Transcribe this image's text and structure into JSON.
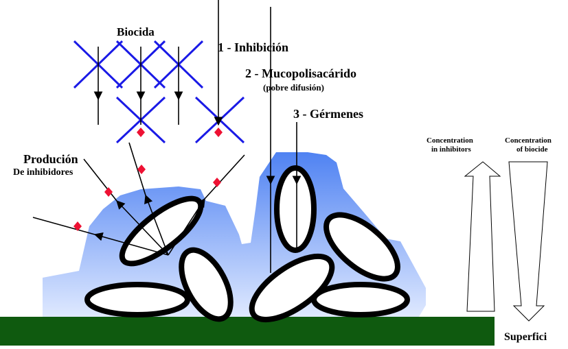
{
  "labels": {
    "biocida": "Biocida",
    "inhibicion": "1 - Inhibición",
    "mucopolisacarido": "2 - Mucopolisacárido",
    "pobre_difusion": "(pobre difusión)",
    "germenes": "3 - Gérmenes",
    "producion": "Produción",
    "de_inhibidores": "De inhibidores",
    "conc_inhibitors_1": "Concentration",
    "conc_inhibitors_2": "in inhibitors",
    "conc_biocide_1": "Concentration",
    "conc_biocide_2": "of biocide",
    "superficie": "Superfici"
  },
  "colors": {
    "biofilm_top": "#4f82f2",
    "biofilm_bottom": "#dfe9ff",
    "surface": "#0f5a0f",
    "cross": "#1a1ae6",
    "inhibitor": "#ee1133",
    "cell_outline": "#000000",
    "cell_fill": "#ffffff"
  },
  "icons": {
    "crossed_biocide": "x-cross-icon",
    "inhibitor_molecule": "red-diamond-icon",
    "bacterium": "ellipse-cell-icon",
    "gradient_up": "hollow-arrow-up-icon",
    "gradient_down": "hollow-arrow-down-icon"
  }
}
